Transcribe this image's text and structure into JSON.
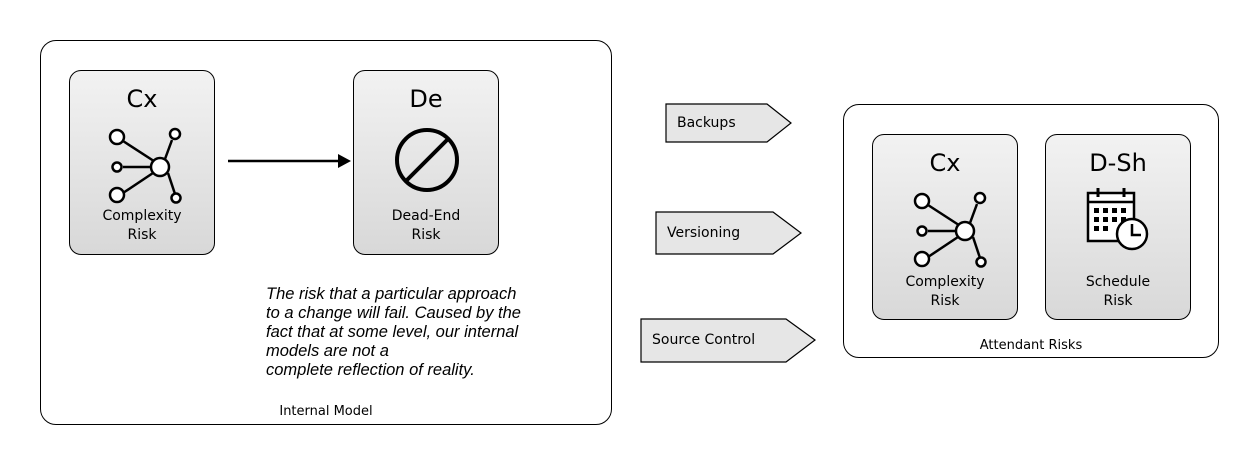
{
  "internal_model": {
    "label": "Internal Model",
    "cards": [
      {
        "code": "Cx",
        "name_line1": "Complexity",
        "name_line2": "Risk",
        "icon": "complexity-network-icon"
      },
      {
        "code": "De",
        "name_line1": "Dead-End",
        "name_line2": "Risk",
        "icon": "no-entry-icon"
      }
    ],
    "description": "The risk that a particular approach\nto a change will fail. Caused by the\nfact that at some level, our internal\nmodels are not a\ncomplete reflection of reality."
  },
  "mitigations": [
    {
      "label": "Backups"
    },
    {
      "label": "Versioning"
    },
    {
      "label": "Source Control"
    }
  ],
  "attendant_risks": {
    "label": "Attendant Risks",
    "cards": [
      {
        "code": "Cx",
        "name_line1": "Complexity",
        "name_line2": "Risk",
        "icon": "complexity-network-icon"
      },
      {
        "code": "D-Sh",
        "name_line1": "Schedule",
        "name_line2": "Risk",
        "icon": "calendar-clock-icon"
      }
    ]
  }
}
